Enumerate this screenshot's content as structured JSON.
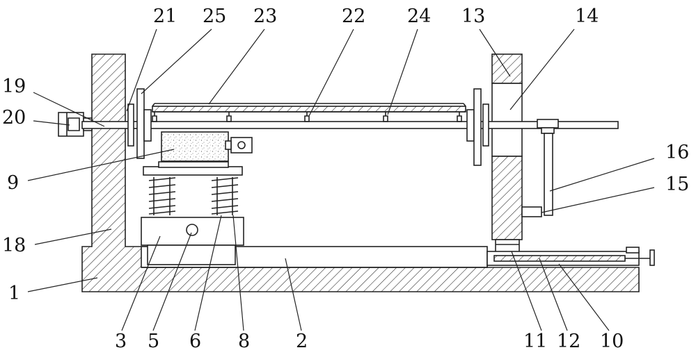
{
  "figure": {
    "callouts": [
      {
        "id": "c21",
        "label": "21"
      },
      {
        "id": "c25",
        "label": "25"
      },
      {
        "id": "c23",
        "label": "23"
      },
      {
        "id": "c22",
        "label": "22"
      },
      {
        "id": "c24",
        "label": "24"
      },
      {
        "id": "c13",
        "label": "13"
      },
      {
        "id": "c14",
        "label": "14"
      },
      {
        "id": "c19",
        "label": "19"
      },
      {
        "id": "c20",
        "label": "20"
      },
      {
        "id": "c16",
        "label": "16"
      },
      {
        "id": "c15",
        "label": "15"
      },
      {
        "id": "c9",
        "label": "9"
      },
      {
        "id": "c18",
        "label": "18"
      },
      {
        "id": "c1",
        "label": "1"
      },
      {
        "id": "c3",
        "label": "3"
      },
      {
        "id": "c5",
        "label": "5"
      },
      {
        "id": "c6",
        "label": "6"
      },
      {
        "id": "c8",
        "label": "8"
      },
      {
        "id": "c2",
        "label": "2"
      },
      {
        "id": "c11",
        "label": "11"
      },
      {
        "id": "c12",
        "label": "12"
      },
      {
        "id": "c10",
        "label": "10"
      }
    ]
  }
}
